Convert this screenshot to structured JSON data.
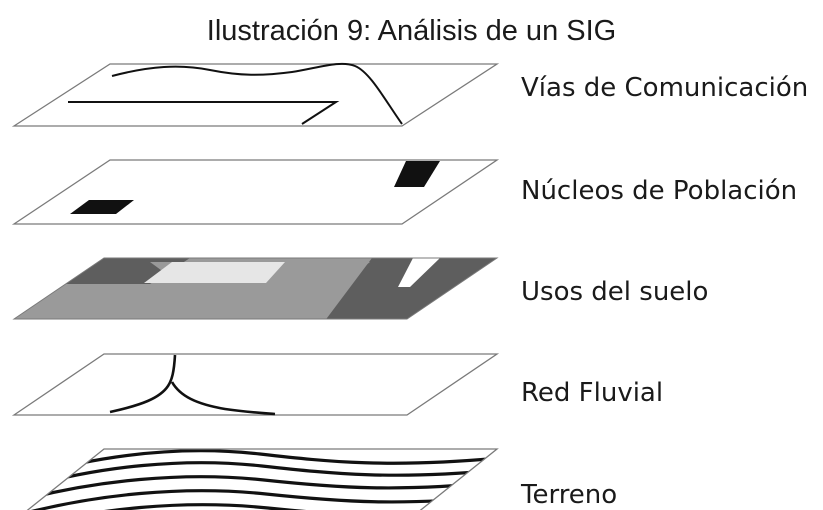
{
  "caption": "Ilustración 9: Análisis de un SIG",
  "layers": [
    {
      "id": "vias",
      "label": "Vías de Comunicación"
    },
    {
      "id": "nucleos",
      "label": "Núcleos de Población"
    },
    {
      "id": "usos",
      "label": "Usos del suelo"
    },
    {
      "id": "red",
      "label": "Red Fluvial"
    },
    {
      "id": "terreno",
      "label": "Terreno"
    }
  ],
  "colors": {
    "outline": "#7a7a7a",
    "ink": "#111111",
    "land_dark": "#5e5e5e",
    "land_mid": "#9a9a9a",
    "land_light": "#e6e6e6"
  }
}
